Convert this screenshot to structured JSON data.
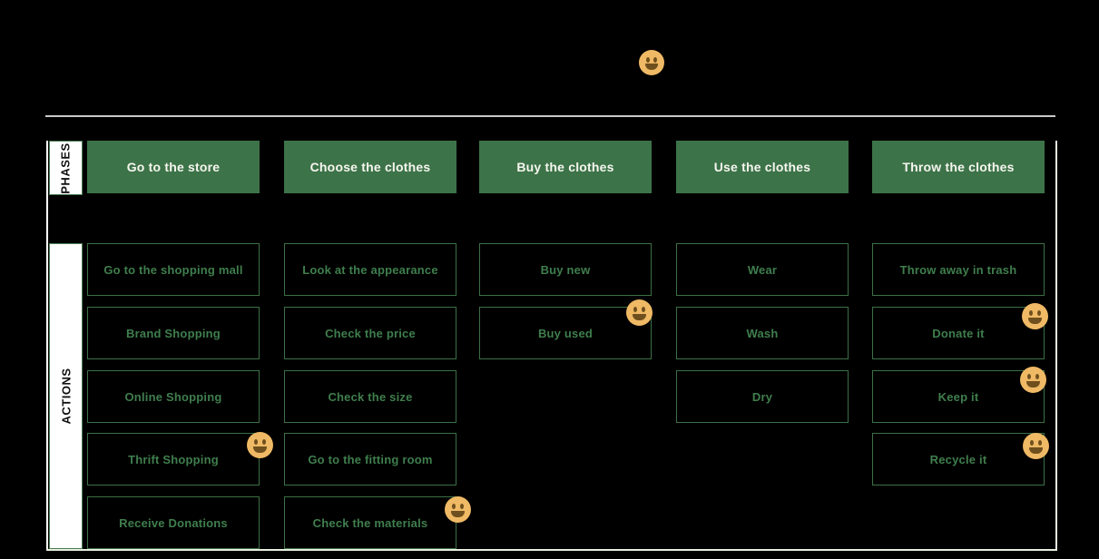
{
  "row_labels": {
    "phases": "PHASES",
    "actions": "ACTIONS"
  },
  "columns": [
    {
      "phase": "Go to the store",
      "actions": [
        "Go to the shopping mall",
        "Brand Shopping",
        "Online Shopping",
        "Thrift Shopping",
        "Receive Donations"
      ]
    },
    {
      "phase": "Choose the clothes",
      "actions": [
        "Look at the appearance",
        "Check the price",
        "Check the size",
        "Go to the fitting room",
        "Check the materials"
      ]
    },
    {
      "phase": "Buy the clothes",
      "actions": [
        "Buy new",
        "Buy used"
      ]
    },
    {
      "phase": "Use the clothes",
      "actions": [
        "Wear",
        "Wash",
        "Dry"
      ]
    },
    {
      "phase": "Throw the clothes",
      "actions": [
        "Throw away in trash",
        "Donate it",
        "Keep it",
        "Recycle it"
      ]
    }
  ],
  "emojis": {
    "glyph": "slightly-smiling-face",
    "placements": [
      "title",
      "buy-used",
      "thrift-shopping",
      "check-the-materials",
      "donate-it",
      "keep-it",
      "recycle-it"
    ]
  },
  "colors": {
    "background": "#000000",
    "phase_bg": "#3d7348",
    "phase_text": "#f6f6f0",
    "action_border": "#3c7047",
    "action_text": "#3f7e4d",
    "separator_line": "#c9c9c9",
    "frame_line": "#e7eedf",
    "label_bg": "#ffffff",
    "label_text": "#111111",
    "emoji_face": "#efb965",
    "emoji_features": "#6f4f1d"
  }
}
